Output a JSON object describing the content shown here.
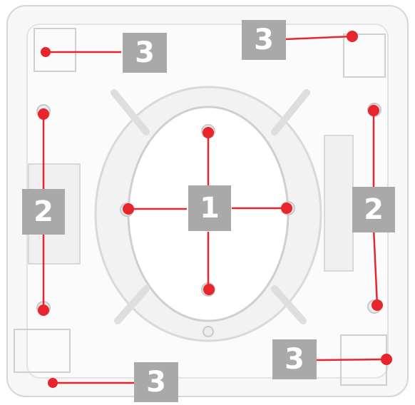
{
  "colors": {
    "leader_line": "#e8252c",
    "badge_fill": "#a9a9a9",
    "badge_text": "#ffffff",
    "plate": "#f7f7f7",
    "plate_edge": "#d6d6d6",
    "shadow": "#dcdcdc"
  },
  "callouts": {
    "center": "1",
    "side_left": "2",
    "side_right": "2",
    "corner_top_left": "3",
    "corner_top_right": "3",
    "corner_bottom_left": "3",
    "corner_bottom_right": "3"
  }
}
